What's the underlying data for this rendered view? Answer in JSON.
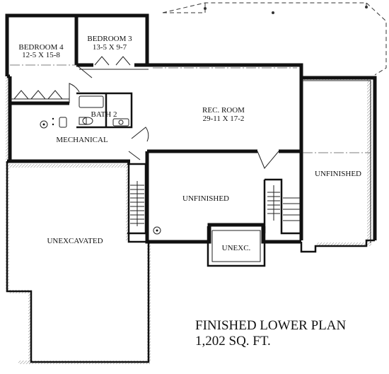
{
  "rooms": {
    "bedroom4": {
      "name": "BEDROOM 4",
      "dims": "12-5 X 15-8"
    },
    "bedroom3": {
      "name": "BEDROOM 3",
      "dims": "13-5 X 9-7"
    },
    "bath2": {
      "name": "BATH 2"
    },
    "rec_room": {
      "name": "REC. ROOM",
      "dims": "29-11 X 17-2"
    },
    "mechanical": {
      "name": "MECHANICAL"
    },
    "unfinished_center": {
      "name": "UNFINISHED"
    },
    "unfinished_right": {
      "name": "UNFINISHED"
    },
    "unexcavated": {
      "name": "UNEXCAVATED"
    },
    "unexc": {
      "name": "UNEXC."
    }
  },
  "plan_title": {
    "line1": "FINISHED LOWER PLAN",
    "line2": "1,202 SQ. FT."
  }
}
